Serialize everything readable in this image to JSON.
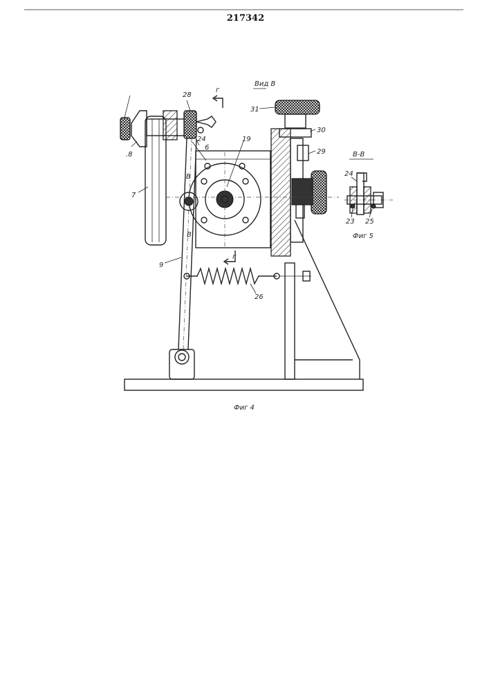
{
  "header": {
    "patent_number": "217342"
  },
  "figure4": {
    "view_label": "Вид В",
    "section_marks": {
      "g_top": "г",
      "g_bottom": "г",
      "b_top": "В",
      "b_bottom": "В"
    },
    "part_labels": {
      "p28": "28",
      "p31": "31",
      "p30": "30",
      "p29": "29",
      "p24": "24",
      "p6": "6",
      "p19": "19",
      "p8": ".8",
      "p7": "7",
      "p9": "9",
      "p26": "26"
    },
    "caption": "Фиг 4"
  },
  "figure5": {
    "section_label": "В-В",
    "part_labels": {
      "p24": "24",
      "p23": "23",
      "p25": "25"
    },
    "caption": "Фиг 5"
  },
  "colors": {
    "ink": "#222222",
    "paper": "#ffffff",
    "hatch": "#333333"
  }
}
